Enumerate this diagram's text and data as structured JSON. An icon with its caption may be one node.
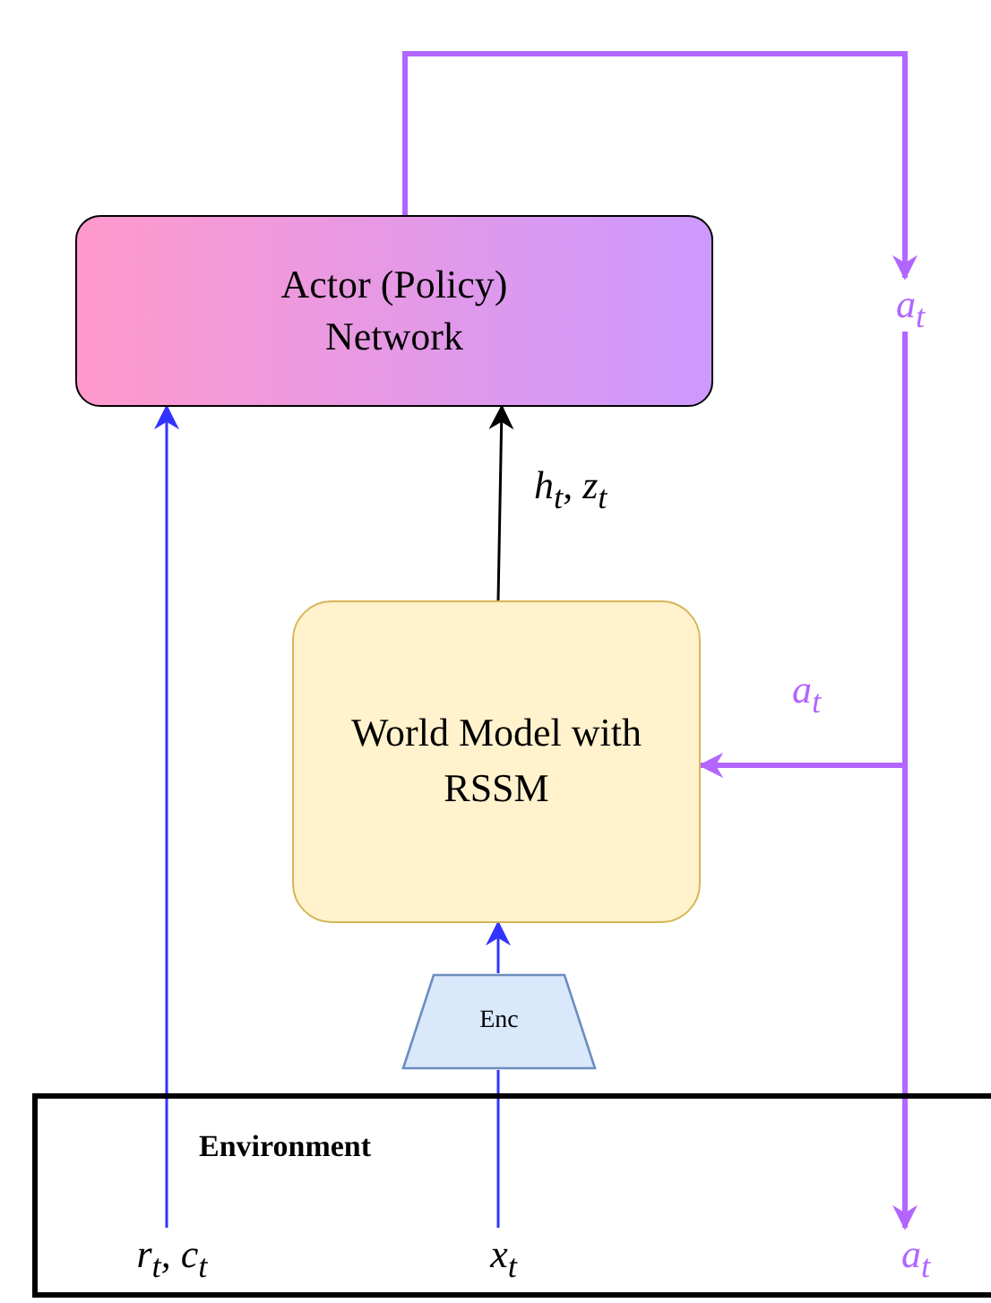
{
  "diagram": {
    "nodes": [
      {
        "text": [
          "Actor (Policy) Network"
        ]
      },
      {
        "text": [
          "World Model with RSSM"
        ]
      },
      {
        "text": [
          "Enc"
        ]
      },
      {
        "text": [
          "Environment"
        ]
      },
      {
        "text": [
          "r$_{t}$, c$_{t}$"
        ],
        "in": 3
      },
      {
        "text": [
          "x$_{t}$"
        ],
        "in": 3
      },
      {
        "text": [
          "a$_{t}$"
        ],
        "in": 3
      },
      {
        "text": [
          "a$_{t}$"
        ]
      }
    ],
    "edges": [
      {
        "from": 0,
        "to": 7,
        "arrow": "to",
        "style": "thick",
        "color": "#b266ff"
      },
      {
        "from": 7,
        "to": 6,
        "arrow": "to",
        "style": "thick",
        "color": "#b266ff"
      },
      {
        "from": 7,
        "to": 1,
        "arrow": "to",
        "style": "thick",
        "color": "#b266ff",
        "label": "a$_{t}$"
      },
      {
        "from": 4,
        "to": 0,
        "arrow": "to",
        "color": "#3333ff"
      },
      {
        "from": 5,
        "to": 2,
        "arrow": "none",
        "color": "#3333ff"
      },
      {
        "from": 2,
        "to": 1,
        "arrow": "to",
        "color": "#3333ff"
      },
      {
        "from": 1,
        "to": 0,
        "arrow": "to",
        "color": "#000000",
        "label": "h$_{t}$, z$_{t}$"
      }
    ]
  }
}
